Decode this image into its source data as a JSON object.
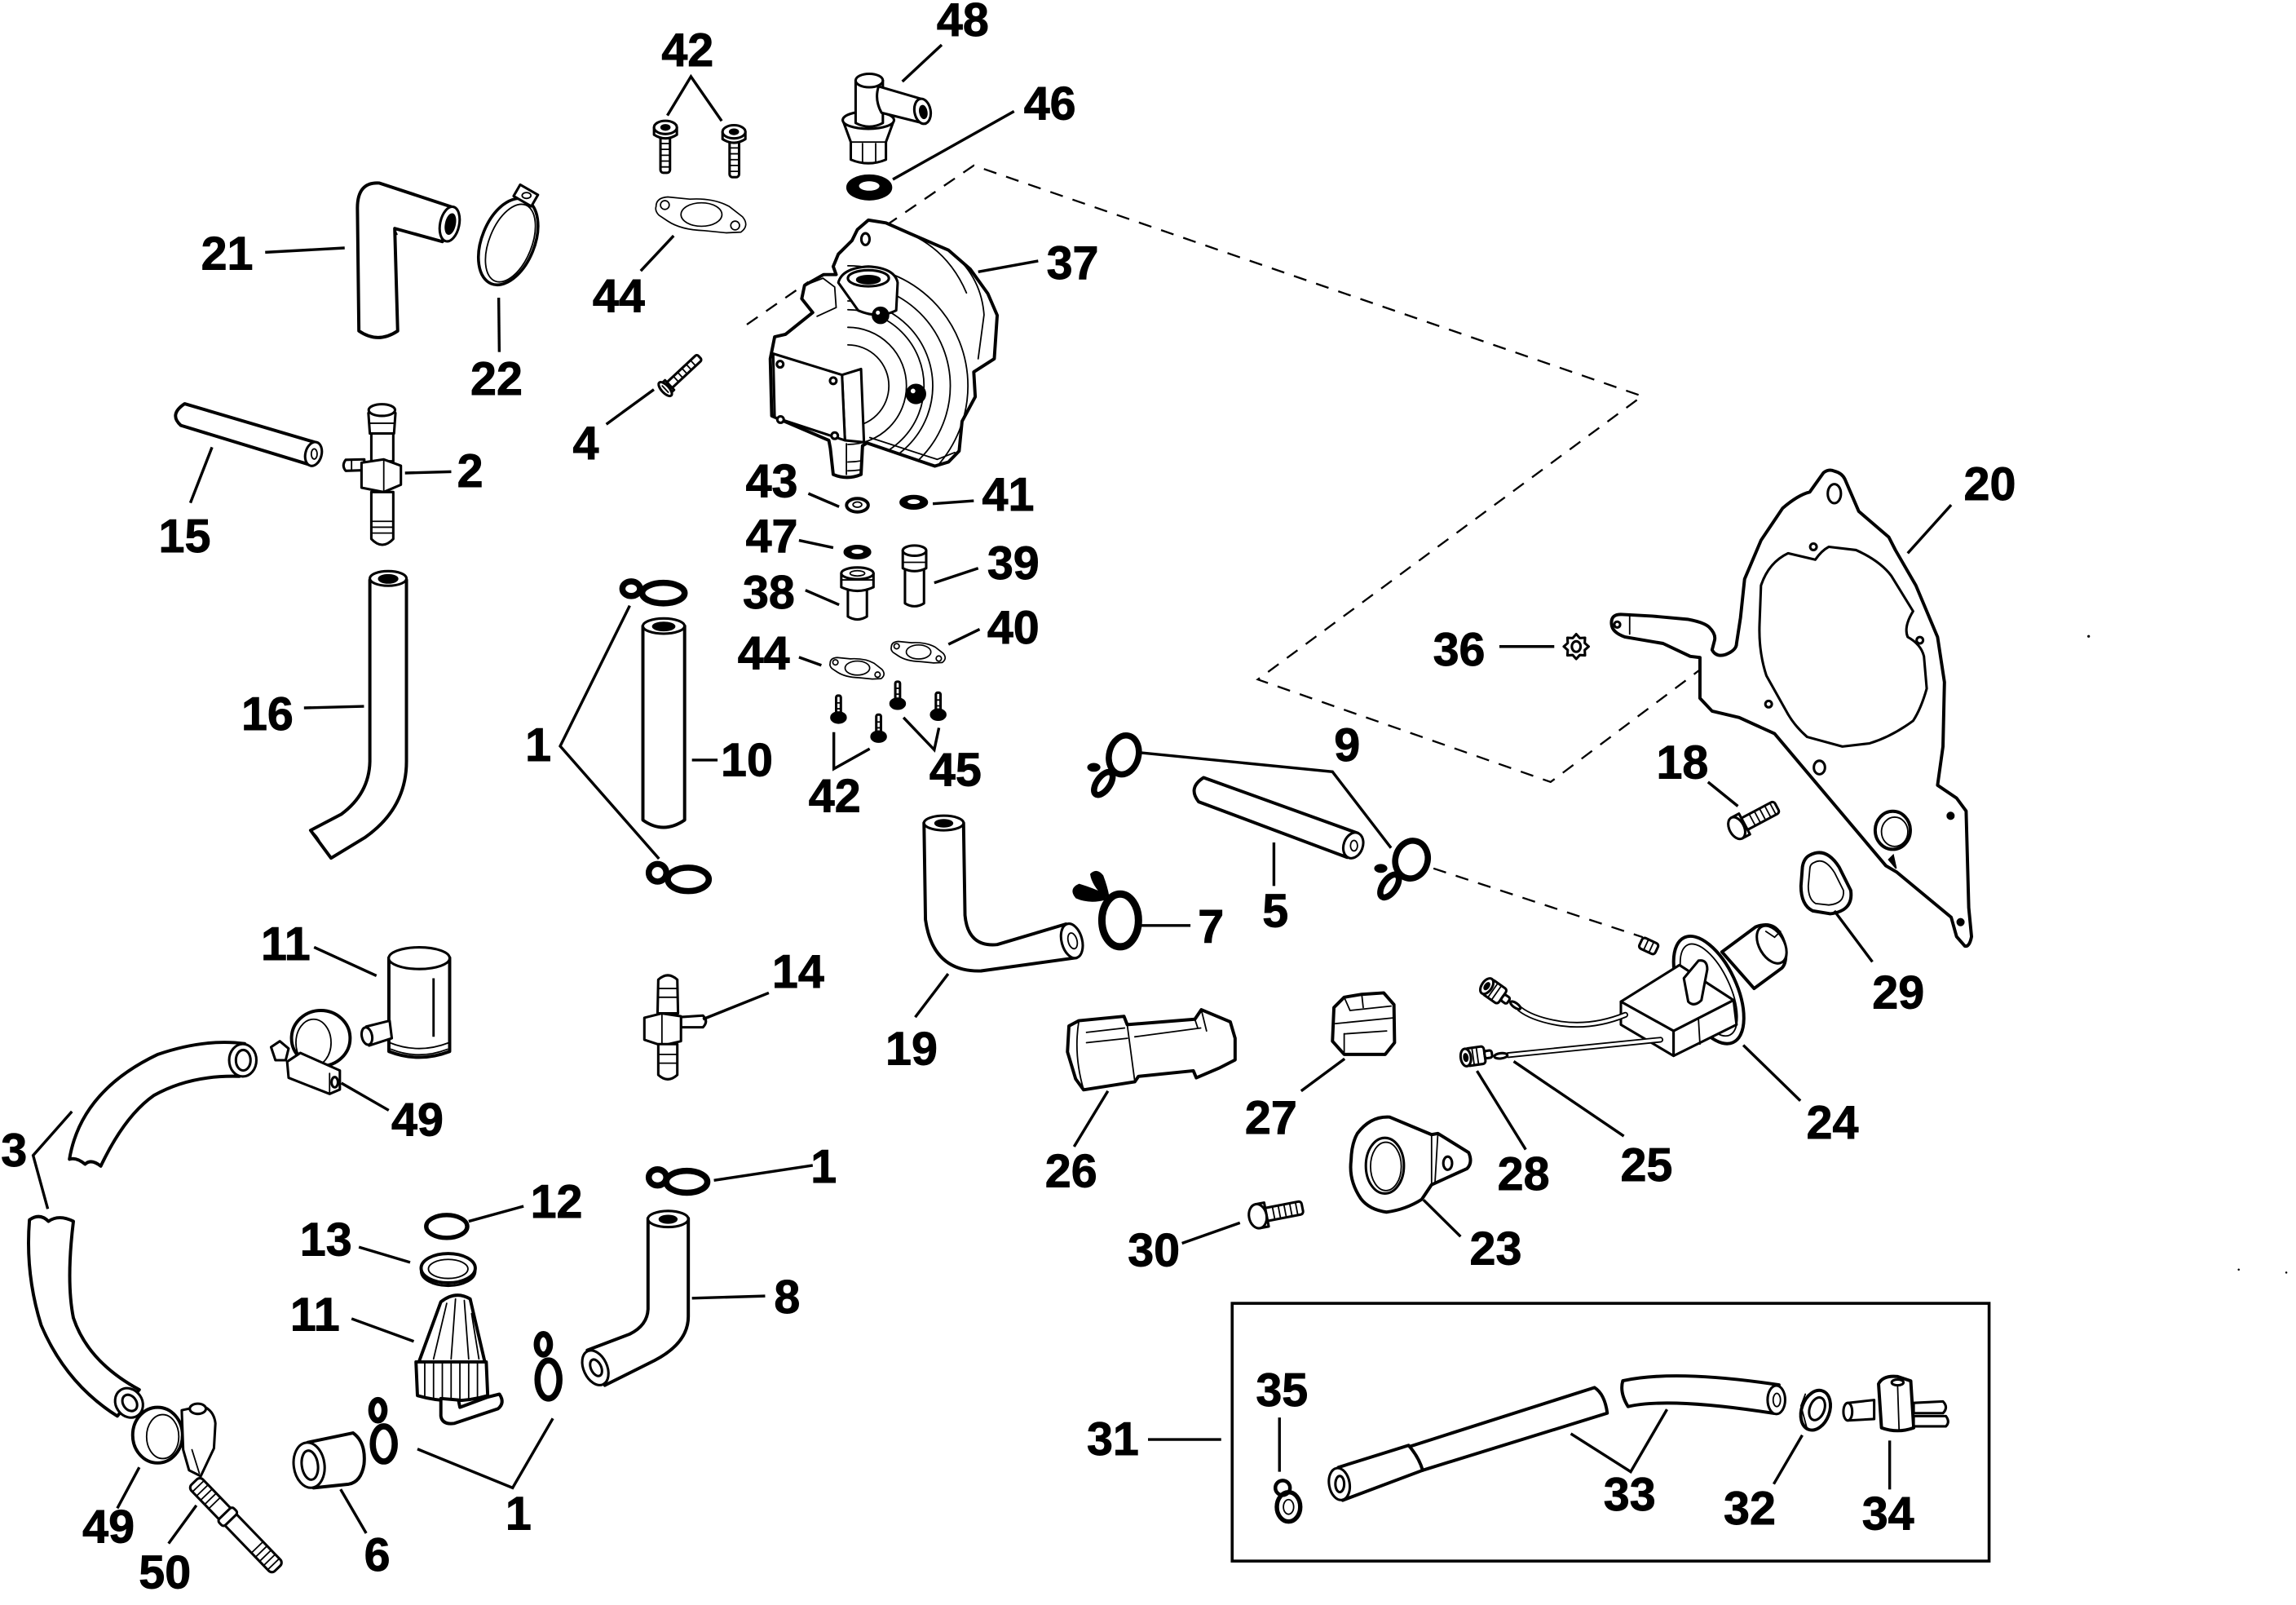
{
  "diagram": {
    "callouts": [
      "48",
      "42",
      "46",
      "21",
      "37",
      "44",
      "22",
      "4",
      "2",
      "20",
      "43",
      "41",
      "15",
      "47",
      "39",
      "38",
      "40",
      "36",
      "44",
      "16",
      "1",
      "10",
      "9",
      "18",
      "45",
      "42",
      "5",
      "7",
      "11",
      "14",
      "29",
      "19",
      "24",
      "49",
      "27",
      "3",
      "1",
      "25",
      "26",
      "28",
      "12",
      "13",
      "30",
      "23",
      "8",
      "11",
      "35",
      "31",
      "33",
      "32",
      "34",
      "49",
      "1",
      "50",
      "6"
    ],
    "kit_box": {
      "label": "31",
      "contains": [
        "32",
        "33",
        "34",
        "35"
      ]
    }
  }
}
